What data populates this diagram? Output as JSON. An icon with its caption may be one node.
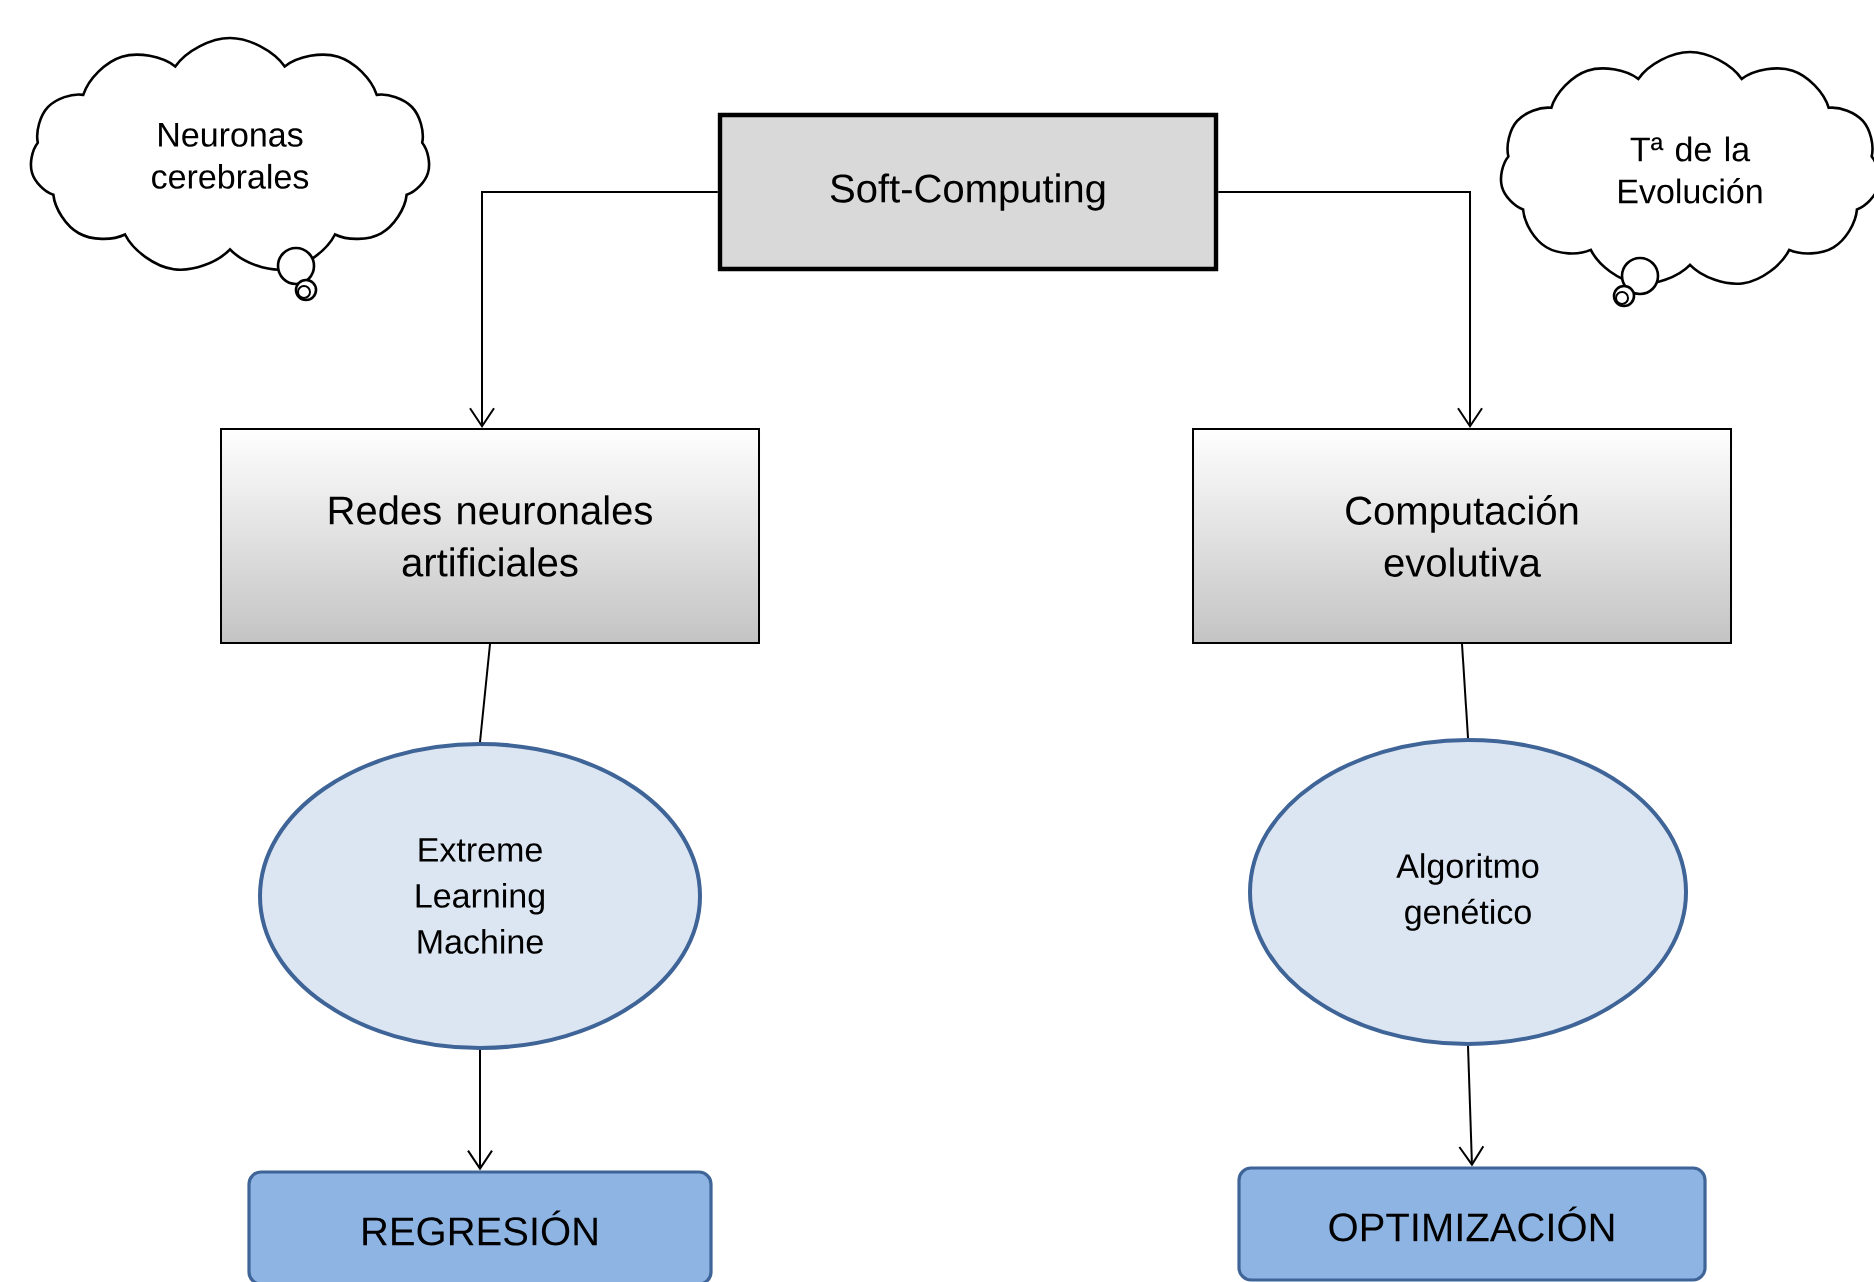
{
  "diagram": {
    "nodes": [
      {
        "text": [
          "Neuronas cerebrales"
        ]
      },
      {
        "text": [
          "Soft-Computing"
        ]
      },
      {
        "text": [
          "Tª de la Evolución"
        ]
      },
      {
        "text": [
          "Redes neuronales artificiales"
        ]
      },
      {
        "text": [
          "Computación evolutiva"
        ]
      },
      {
        "text": [
          "Extreme Learning Machine"
        ]
      },
      {
        "text": [
          "Algoritmo genético"
        ]
      },
      {
        "text": [
          "REGRESIÓN"
        ]
      },
      {
        "text": [
          "OPTIMIZACIÓN"
        ]
      }
    ],
    "edges": [
      {
        "from": 1,
        "to": 3,
        "arrow": "to"
      },
      {
        "from": 1,
        "to": 4,
        "arrow": "to"
      },
      {
        "from": 3,
        "to": 5,
        "arrow": "none"
      },
      {
        "from": 4,
        "to": 6,
        "arrow": "none"
      },
      {
        "from": 5,
        "to": 7,
        "arrow": "to"
      },
      {
        "from": 6,
        "to": 8,
        "arrow": "to"
      }
    ]
  }
}
